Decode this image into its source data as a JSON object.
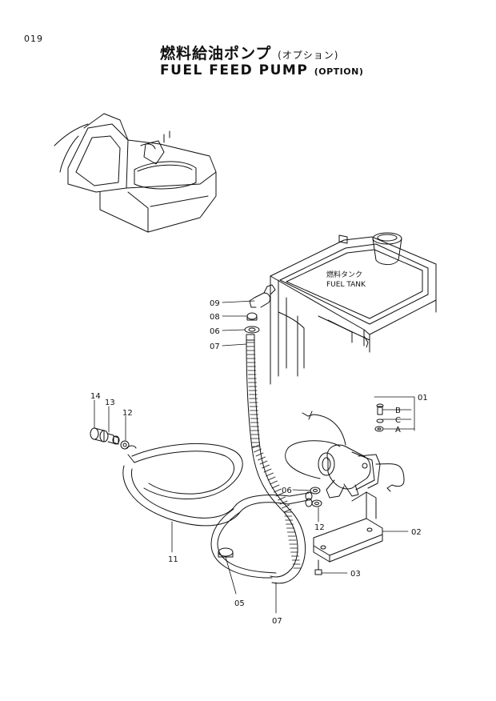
{
  "page_number": "019",
  "title_jp": "燃料給油ポンプ",
  "title_jp_option": "(オプション)",
  "title_en": "FUEL FEED PUMP",
  "title_en_option": "(OPTION)",
  "tank_label_jp": "燃料タンク",
  "tank_label_en": "FUEL TANK",
  "callouts": {
    "c09": "09",
    "c08": "08",
    "c06a": "06",
    "c07a": "07",
    "c14": "14",
    "c13": "13",
    "c12a": "12",
    "c01": "01",
    "cB": "B",
    "cC": "C",
    "cA": "A",
    "c06b": "06",
    "c12b": "12",
    "c02": "02",
    "c03": "03",
    "c11": "11",
    "c05": "05",
    "c07b": "07"
  }
}
